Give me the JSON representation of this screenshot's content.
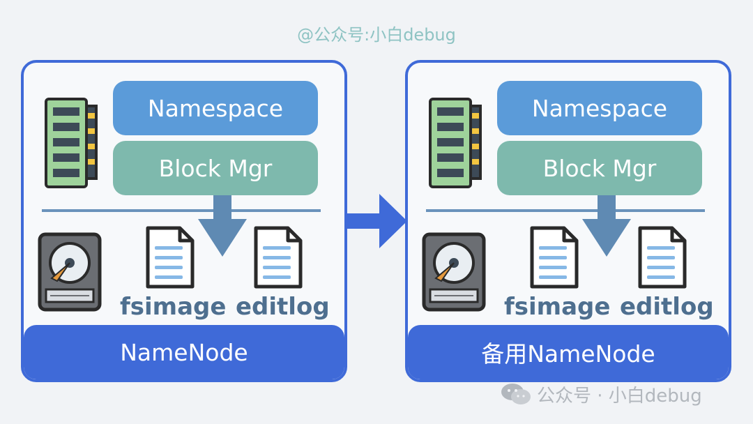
{
  "watermark_top": "@公众号:小白debug",
  "panels": [
    {
      "namespace_label": "Namespace",
      "blockmgr_label": "Block Mgr",
      "fsimage_label": "fsimage",
      "editlog_label": "editlog",
      "footer_label": "NameNode"
    },
    {
      "namespace_label": "Namespace",
      "blockmgr_label": "Block Mgr",
      "fsimage_label": "fsimage",
      "editlog_label": "editlog",
      "footer_label": "备用NameNode"
    }
  ],
  "watermark_bottom": "公众号 · 小白debug",
  "icons": [
    "ram-icon",
    "hard-disk-icon",
    "document-icon",
    "down-arrow-icon",
    "right-arrow-icon",
    "wechat-icon"
  ],
  "colors": {
    "border": "#3f6ad8",
    "namespace": "#5b9bd9",
    "blockmgr": "#7eb9ad",
    "label": "#4e6f8f",
    "arrow": "#5f8ab3"
  }
}
